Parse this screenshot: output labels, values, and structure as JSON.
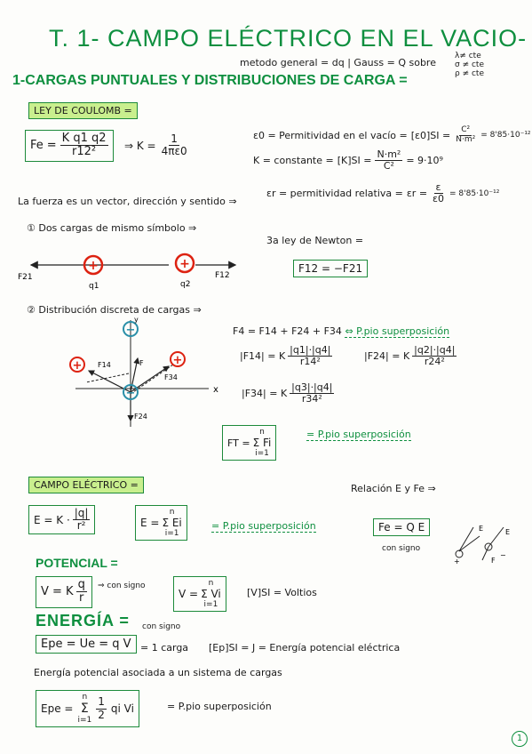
{
  "title": "T. 1- CAMPO ELÉCTRICO EN EL VACIO-",
  "methods_note": "metodo general = dq | Gauss = Q sobre",
  "methods_tail": [
    "λ≠ cte",
    "σ ≠ cte",
    "ρ ≠ cte"
  ],
  "section1": "1-CARGAS PUNTUALES Y DISTRIBUCIONES DE CARGA =",
  "coulomb": {
    "label": "LEY DE COULOMB =",
    "lhs": "Fe",
    "num": "K q1 q2",
    "den": "r12²",
    "k_prefix": "⇒ K =",
    "k_num": "1",
    "k_den": "4πε0",
    "eps0_text": "ε0 = Permitividad en el vacío =",
    "eps0_unit": "[ε0]SI =",
    "eps0_unit_num": "C²",
    "eps0_unit_den": "N·m²",
    "eps0_val": "= 8'85·10⁻¹²",
    "k_text": "K = constante =",
    "k_unit": "[K]SI =",
    "k_unit_num": "N·m²",
    "k_unit_den": "C²",
    "k_val": "= 9·10⁹",
    "er_text": "εr = permitividad relativa =",
    "er_eq": "εr =",
    "er_num": "ε",
    "er_den": "ε0",
    "er_val": "= 8'85·10⁻¹²"
  },
  "vector_note": "La fuerza es un vector, dirección y sentido ⇒",
  "case1": {
    "label": "① Dos cargas de mismo símbolo ⇒",
    "q1": "q1",
    "q2": "q2",
    "f21": "F21",
    "f12": "F12",
    "plus": "+",
    "newton": "3a ley de Newton =",
    "newton_eq": "F12 = −F21"
  },
  "case2": {
    "label": "② Distribución discreta de cargas ⇒",
    "axis_x": "x",
    "axis_y": "y",
    "minus": "−",
    "plus": "+",
    "f14": "F14",
    "f34": "F34",
    "f24": "F24",
    "f": "F",
    "sum_eq": "F4 = F14 + F24 + F34",
    "sum_note": "⇔ P.pio superposición",
    "f14_abs": "|F14| = K",
    "f14_num": "|q1|·|q4|",
    "f14_den": "r14²",
    "f24_abs": "|F24| = K",
    "f24_num": "|q2|·|q4|",
    "f24_den": "r24²",
    "f34_abs": "|F34| = K",
    "f34_num": "|q3|·|q4|",
    "f34_den": "r34²",
    "ft_lhs": "FT =",
    "ft_sum": "Σ Fi",
    "ft_top": "n",
    "ft_bot": "i=1",
    "ft_note": "= P.pio superposición"
  },
  "campo": {
    "label": "CAMPO ELÉCTRICO =",
    "e_lhs": "E = K ·",
    "e_num": "|q|",
    "e_den": "r²",
    "e_sum_lhs": "E =",
    "e_sum": "Σ Ei",
    "e_top": "n",
    "e_bot": "i=1",
    "e_note": "= P.pio superposición",
    "relation": "Relación E y Fe ⇒",
    "fe_eq": "Fe = Q E",
    "sign_note": "con signo",
    "plus": "+",
    "minus": "−",
    "e_vec": "E",
    "f_vec": "F"
  },
  "potencial": {
    "label": "POTENCIAL =",
    "v_eq": "V = K",
    "v_num": "q",
    "v_den": "r",
    "v_note": "⇒ con signo",
    "v_sum_lhs": "V =",
    "v_sum": "Σ Vi",
    "v_top": "n",
    "v_bot": "i=1",
    "v_unit": "[V]SI = Voltios"
  },
  "energia": {
    "label": "ENERGÍA =",
    "sign_note": "con signo",
    "ep_eq": "Epe = Ue = q V",
    "ep_note": "= 1 carga",
    "ep_unit": "[Ep]SI = J = Energía potencial eléctrica",
    "system_note": "Energía potencial asociada a un sistema de cargas",
    "eps_lhs": "Epe =",
    "eps_sum": "Σ",
    "eps_top": "n",
    "eps_bot": "i=1",
    "eps_num": "1",
    "eps_den": "2",
    "eps_tail": "qi Vi",
    "eps_note": "= P.pio superposición"
  },
  "page_mark": "1"
}
